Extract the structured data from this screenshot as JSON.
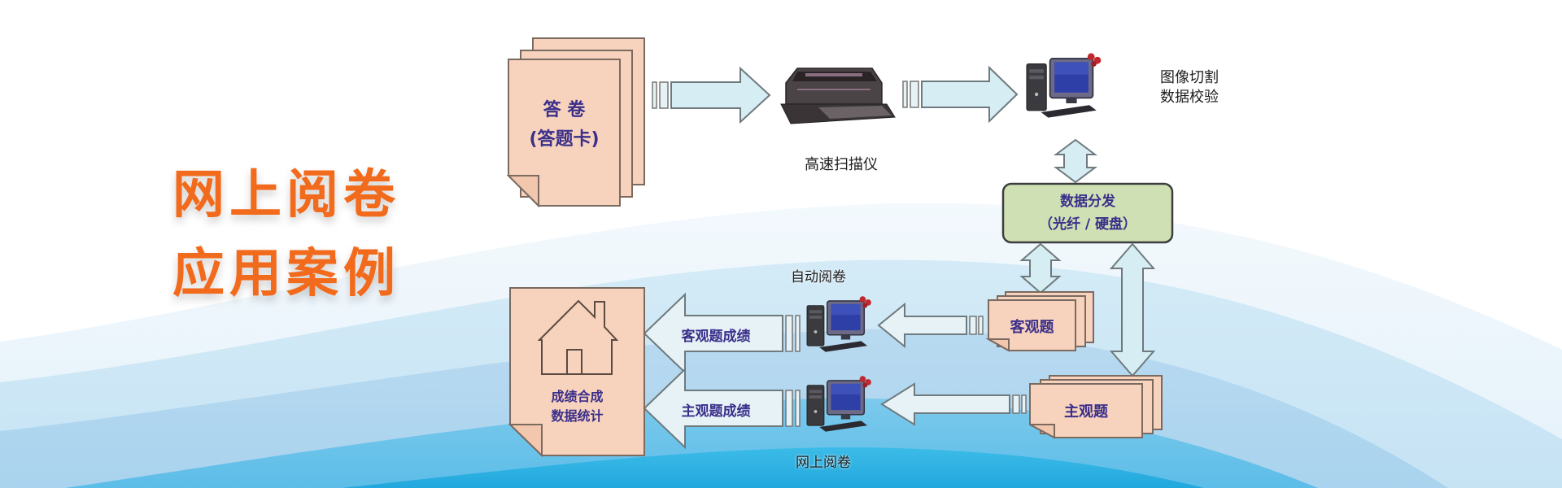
{
  "headline": {
    "line1": "网上阅卷",
    "line2": "应用案例"
  },
  "colors": {
    "headline_orange": "#f26a1b",
    "paper_fill": "#f7d2bd",
    "arrow_fill": "#d6edf3",
    "green_box_fill": "#cfe0b4",
    "label_purple": "#3a2f8a",
    "wave_light": "#e6f3fb",
    "wave_mid": "#bcdcf0",
    "wave_deep": "#2fb3e3"
  },
  "diagram": {
    "answer_sheets": {
      "line1": "答  卷",
      "line2": "(答题卡)"
    },
    "scanner": {
      "label": "高速扫描仪"
    },
    "image_processing_pc": {
      "label_line1": "图像切割",
      "label_line2": "数据校验"
    },
    "data_distribution": {
      "line1": "数据分发",
      "line2": "（光纤 / 硬盘）"
    },
    "objective_questions": {
      "label": "客观题"
    },
    "subjective_questions": {
      "label": "主观题"
    },
    "auto_marking_pc": {
      "label": "自动阅卷"
    },
    "online_marking_pc": {
      "label": "网上阅卷"
    },
    "objective_score_arrow": {
      "label": "客观题成绩"
    },
    "subjective_score_arrow": {
      "label": "主观题成绩"
    },
    "score_statistics": {
      "line1": "成绩合成",
      "line2": "数据统计"
    }
  }
}
